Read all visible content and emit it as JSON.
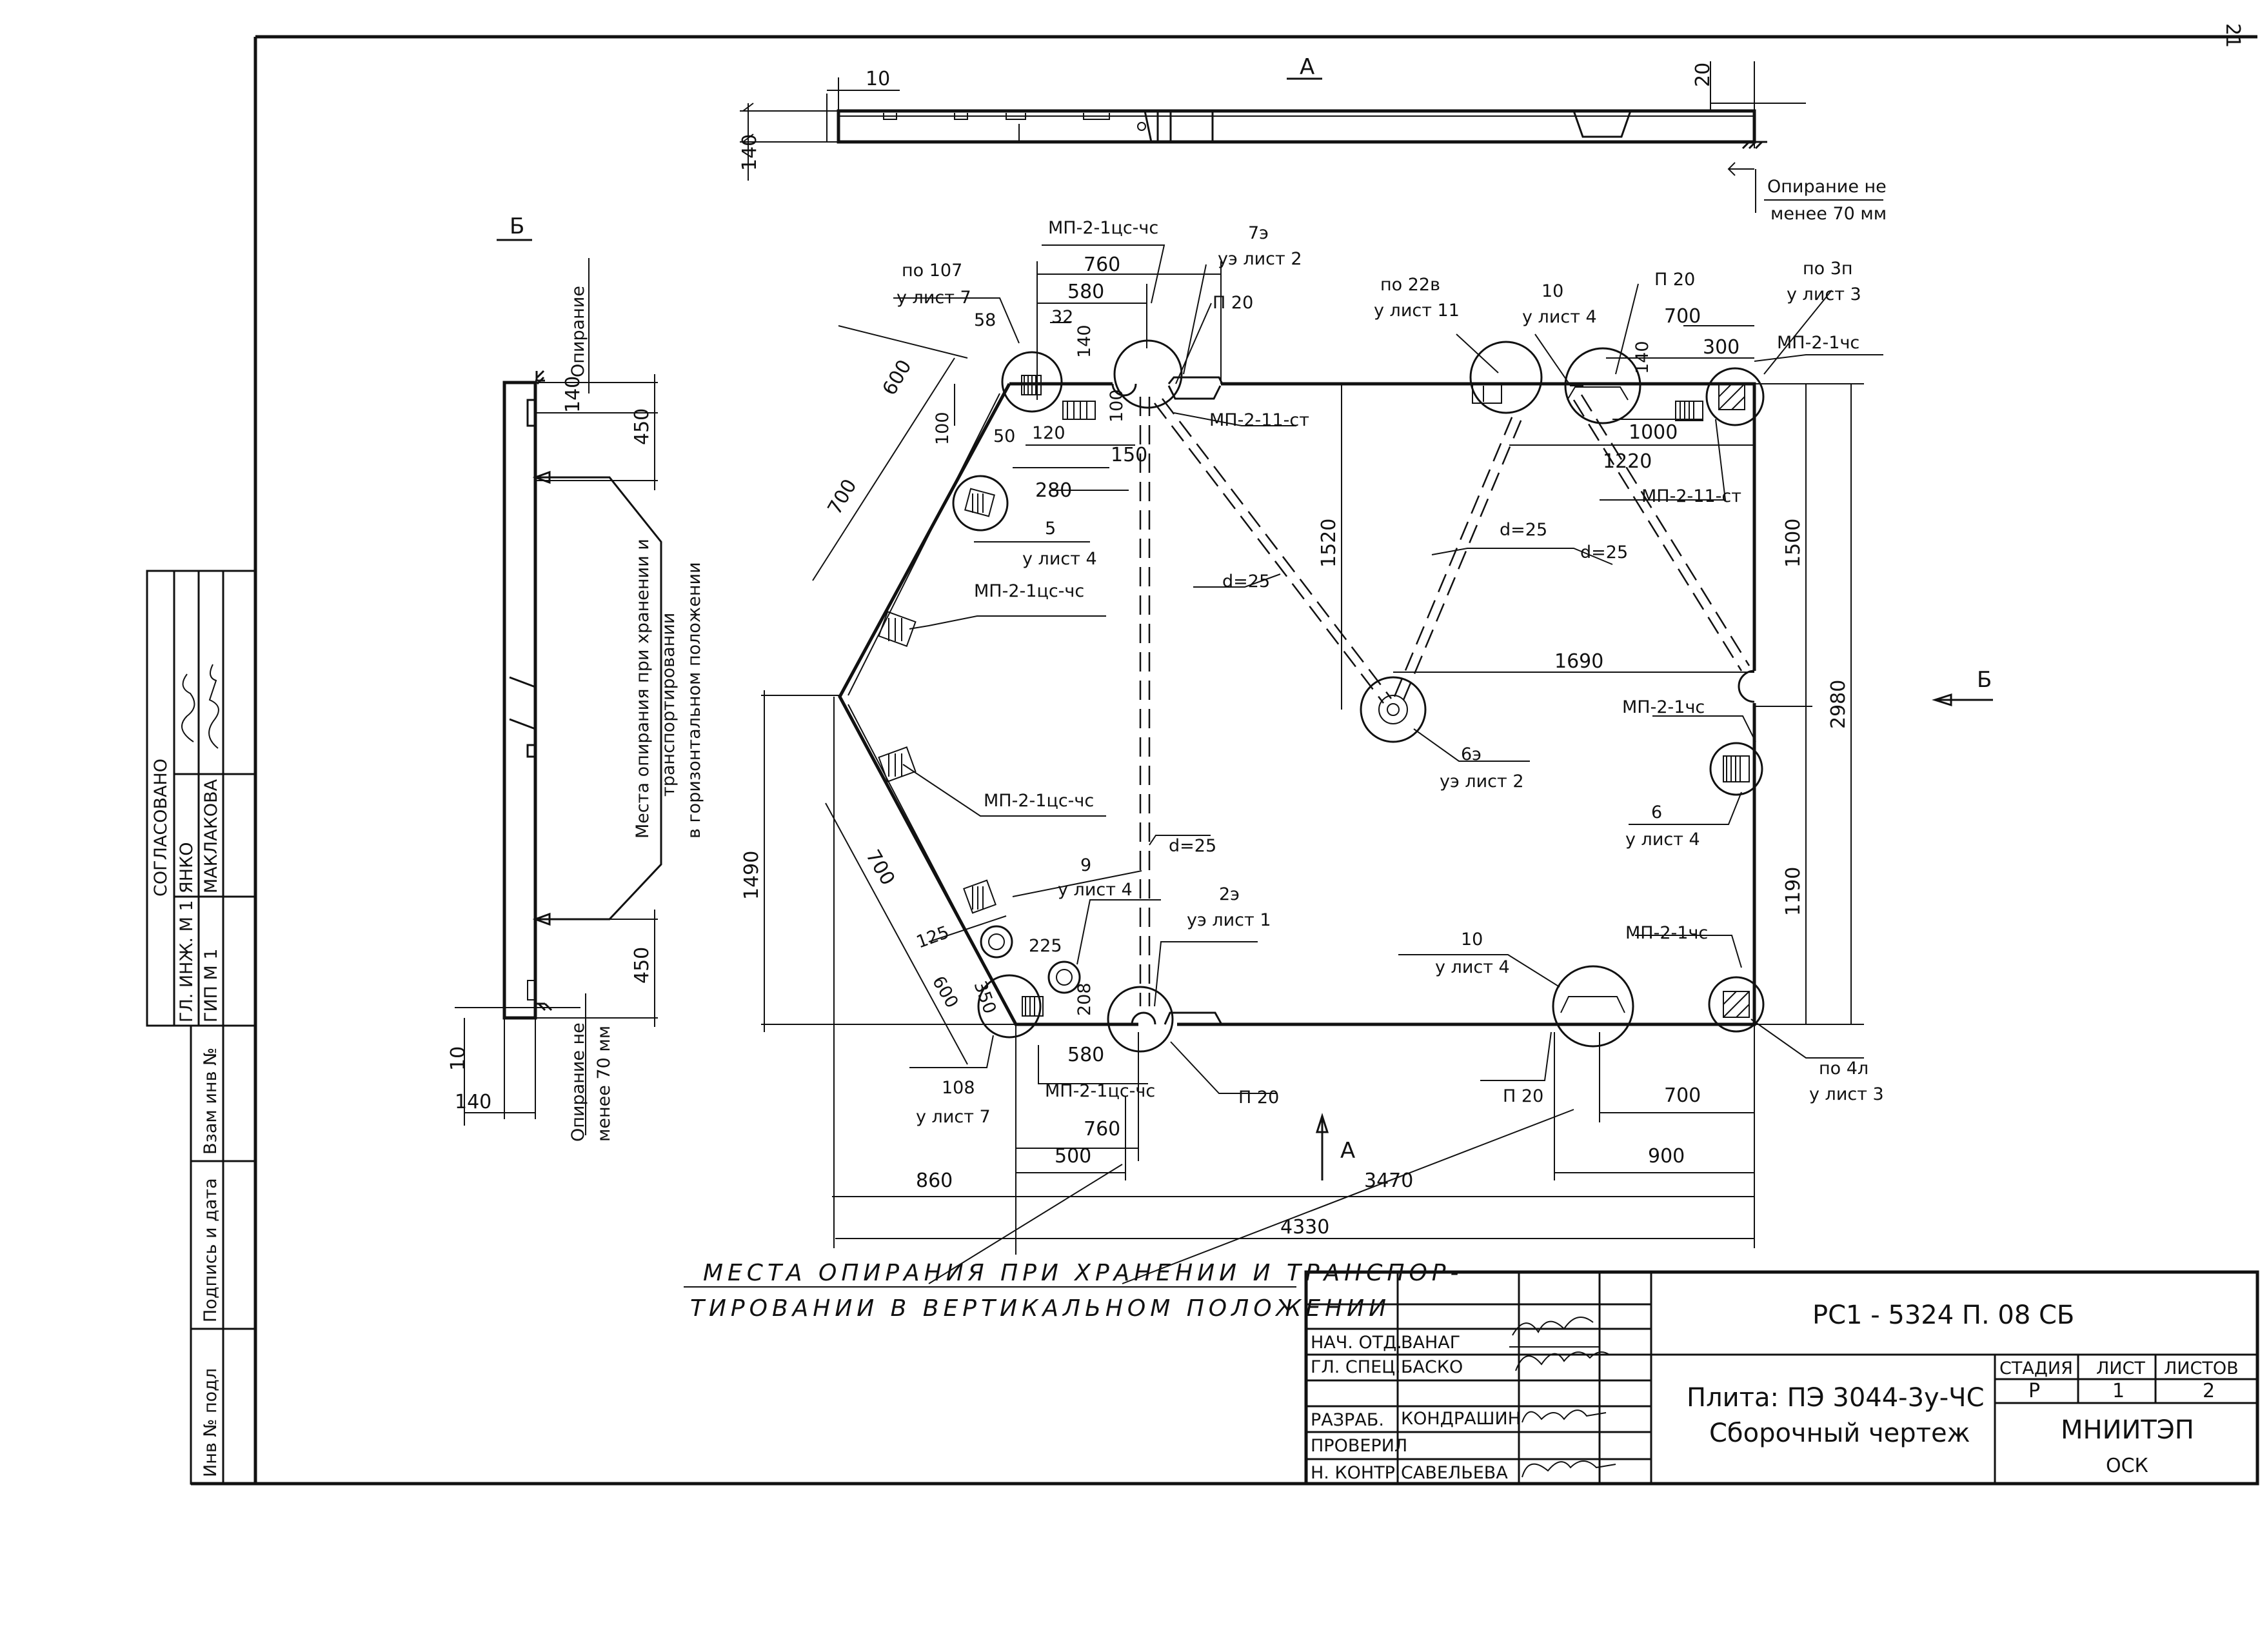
{
  "corner_mark": "21",
  "elevation": {
    "section_a": "А",
    "dim_left": "10",
    "dim_right": "20",
    "dim_height": "140",
    "support_label_1": "Опирание не",
    "support_label_2": "менее 70 мм"
  },
  "side_view": {
    "section_b": "Б",
    "support_top": "Опирание",
    "dim_140": "140",
    "dim_450_top": "450",
    "dim_450_bottom": "450",
    "dim_10": "10",
    "dim_140_bottom": "140",
    "storage_1": "Места опирания при хранении и",
    "storage_2": "транспортировании",
    "storage_3": "в горизонтальном положении",
    "support_bottom_1": "Опирание не",
    "support_bottom_2": "менее 70 мм"
  },
  "approval": {
    "title": "СОГЛАСОВАНО",
    "rows": [
      {
        "role": "ГЛ. ИНЖ. М 1",
        "name": "ЯНКО"
      },
      {
        "role": "ГИП М 1",
        "name": "МАКЛАКОВА"
      }
    ],
    "stamps": [
      "Взам инв №",
      "Подпись и дата",
      "Инв № подл"
    ]
  },
  "plan": {
    "labels": {
      "po107": "по 107",
      "ulist7_top": "у лист 7",
      "mp_top": "МП-2-1цс-чс",
      "l7e": "7э",
      "ue_list2_top": "уэ лист 2",
      "p20_top": "П 20",
      "mp_11st_top": "МП-2-11-ст",
      "l5": "5",
      "ulist4_5": "у лист 4",
      "mp_mid": "МП-2-1цс-чс",
      "mp_low": "МП-2-1цс-чс",
      "l9": "9",
      "ulist4_9": "у лист 4",
      "l2e": "2э",
      "ue_list1": "уэ лист 1",
      "l108": "108",
      "ulist7_bot": "у лист 7",
      "mp_bot": "МП-2-1цс-чс",
      "p20_bot": "П 20",
      "po22v": "по 22в",
      "ulist11": "у лист 11",
      "l10_top": "10",
      "ulist4_10top": "у лист 4",
      "p20_right": "П 20",
      "po3p": "по 3п",
      "ulist3_top": "у лист 3",
      "mp_1chs_top": "МП-2-1чс",
      "mp_11st_right": "МП-2-11-ст",
      "d25_a": "d=25",
      "d25_b": "d=25",
      "d25_c": "d=25",
      "d25_d": "d=25",
      "l6e": "6э",
      "ue_list2_mid": "уэ лист 2",
      "mp_1chs_mid": "МП-2-1чс",
      "l6": "6",
      "ulist4_6": "у лист 4",
      "l10_bot": "10",
      "ulist4_10bot": "у лист 4",
      "mp_1chs_bot": "МП-2-1чс",
      "p20_bot_right": "П 20",
      "po4l": "по 4л",
      "ulist3_bot": "у лист 3",
      "b_right": "Б",
      "a_bottom": "А"
    },
    "dims": {
      "d760_top": "760",
      "d580_top": "580",
      "d58": "58",
      "d32": "32",
      "d140_a": "140",
      "d100": "100",
      "d600_top": "600",
      "d100_b": "100",
      "d50": "50",
      "d120": "120",
      "d150": "150",
      "d280": "280",
      "d700_top": "700",
      "d700_low": "700",
      "d1490": "1490",
      "d125": "125",
      "d225": "225",
      "d600_low": "600",
      "d350": "350",
      "d208": "208",
      "d580_bot": "580",
      "d760_bot": "760",
      "d500": "500",
      "d860": "860",
      "d3470": "3470",
      "d4330": "4330",
      "d1520": "1520",
      "d1690": "1690",
      "d700_right": "700",
      "d300": "300",
      "d140_b": "140",
      "d1000": "1000",
      "d1220": "1220",
      "d1500": "1500",
      "d2980": "2980",
      "d1190": "1190",
      "d700_bot": "700",
      "d900": "900"
    }
  },
  "note": {
    "line1": "МЕСТА  ОПИРАНИЯ  ПРИ  ХРАНЕНИИ  И  ТРАНСПОР-",
    "line2": "ТИРОВАНИИ  В ВЕРТИКАЛЬНОМ  ПОЛОЖЕНИИ"
  },
  "title_block": {
    "code": "РС1 - 5324    П.   08 СБ",
    "title_1": "Плита:  ПЭ 3044-3у-ЧС",
    "title_2": "Сборочный чертеж",
    "roles": [
      {
        "role": "НАЧ. ОТД.",
        "name": "ВАНАГ"
      },
      {
        "role": "ГЛ. СПЕЦ.",
        "name": "БАСКО"
      },
      {
        "role": "РАЗРАБ.",
        "name": "КОНДРАШИН"
      },
      {
        "role": "ПРОВЕРИЛ",
        "name": ""
      },
      {
        "role": "Н. КОНТР.",
        "name": "САВЕЛЬЕВА"
      }
    ],
    "stage_head": "СТАДИЯ",
    "sheet_head": "ЛИСТ",
    "sheets_head": "ЛИСТОВ",
    "stage": "Р",
    "sheet": "1",
    "sheets": "2",
    "org": "МНИИТЭП",
    "dept": "ОСК"
  }
}
